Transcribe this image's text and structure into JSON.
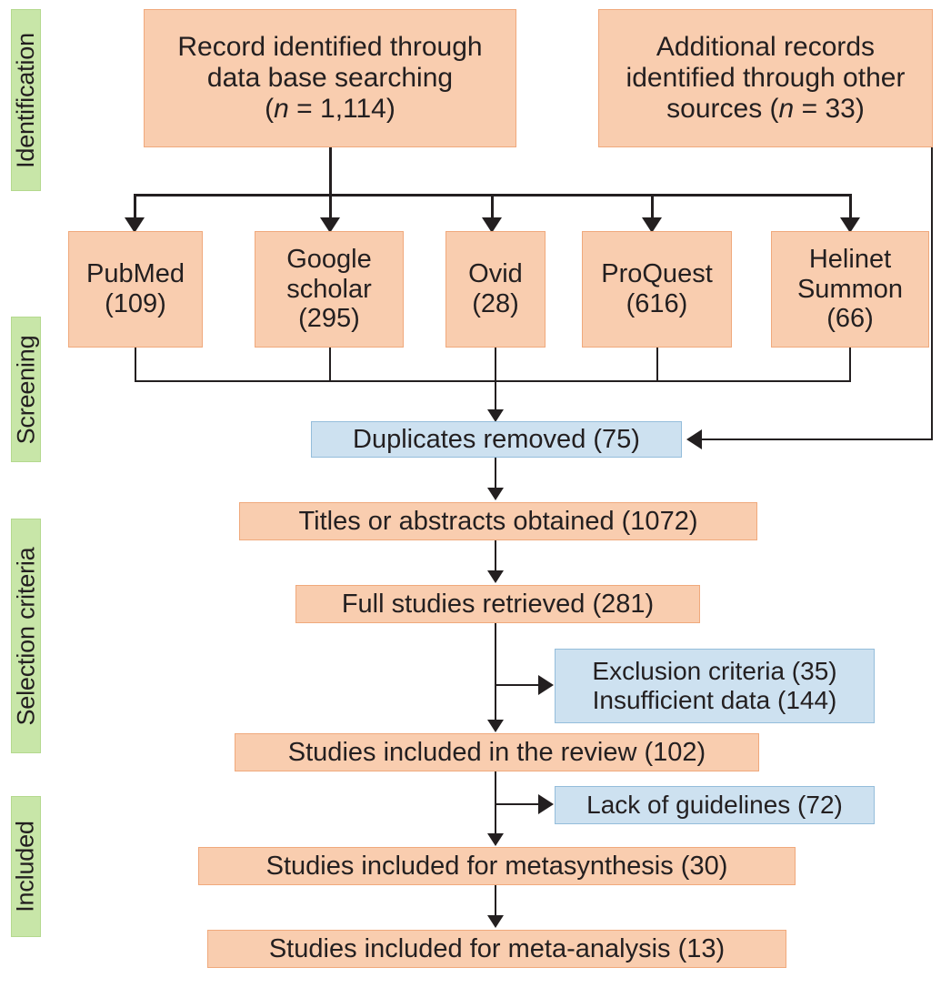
{
  "title": "PRISMA study selection flow diagram",
  "colors": {
    "primary_box_fill": "#f9cdaf",
    "primary_box_border": "#f0a97c",
    "secondary_box_fill": "#cde1f0",
    "secondary_box_border": "#94bddb",
    "stage_label_fill": "#c8e6a8",
    "stage_label_border": "#b4d98e",
    "connector": "#231f20",
    "text": "#231f20"
  },
  "stages": [
    {
      "label": "Identification"
    },
    {
      "label": "Screening"
    },
    {
      "label": "Selection criteria"
    },
    {
      "label": "Included"
    }
  ],
  "sources": {
    "database": {
      "line1": "Record identified through",
      "line2": "data base searching",
      "n_prefix": "(",
      "n_symbol": "n",
      "n_equals": " = ",
      "n_value": "1,114",
      "n_suffix": ")"
    },
    "other": {
      "line1": "Additional records",
      "line2": "identified through other",
      "line3_prefix": "sources (",
      "n_symbol": "n",
      "n_equals": " = ",
      "n_value": "33",
      "n_suffix": ")"
    }
  },
  "databases": [
    {
      "name": "PubMed",
      "count": "(109)"
    },
    {
      "name": "Google\nscholar",
      "count": "(295)"
    },
    {
      "name": "Ovid",
      "count": "(28)"
    },
    {
      "name": "ProQuest",
      "count": "(616)"
    },
    {
      "name": "Helinet\nSummon",
      "count": "(66)"
    }
  ],
  "database_boxes": {
    "pubmed_label": "PubMed",
    "pubmed_count": "(109)",
    "google_label_1": "Google",
    "google_label_2": "scholar",
    "google_count": "(295)",
    "ovid_label": "Ovid",
    "ovid_count": "(28)",
    "proquest_label": "ProQuest",
    "proquest_count": "(616)",
    "helinet_label_1": "Helinet",
    "helinet_label_2": "Summon",
    "helinet_count": "(66)"
  },
  "flow": {
    "duplicates_removed": "Duplicates removed (75)",
    "titles_abstracts": "Titles or abstracts obtained (1072)",
    "full_studies": "Full studies retrieved (281)",
    "exclusion_line1": "Exclusion criteria (35)",
    "exclusion_line2": "Insufficient data (144)",
    "included_review": "Studies included in the review (102)",
    "lack_guidelines": "Lack of guidelines (72)",
    "metasynthesis": "Studies included for metasynthesis (30)",
    "metaanalysis": "Studies included for meta-analysis (13)"
  }
}
